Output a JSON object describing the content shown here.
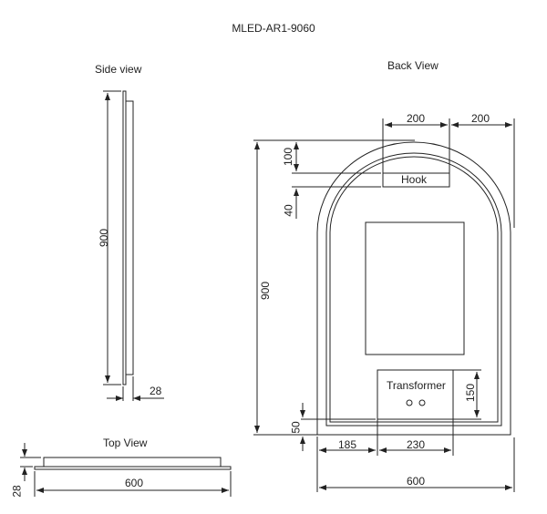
{
  "title": "MLED-AR1-9060",
  "side_view": {
    "label": "Side view",
    "height_dim": "900",
    "depth_dim": "28"
  },
  "top_view": {
    "label": "Top View",
    "width_dim": "600",
    "depth_dim": "28"
  },
  "back_view": {
    "label": "Back View",
    "hook_label": "Hook",
    "transformer_label": "Transformer",
    "dims": {
      "hook_width": "200",
      "hook_to_edge": "200",
      "top_to_hook": "100",
      "hook_height": "40",
      "total_height": "900",
      "transformer_height": "150",
      "bottom_offset": "50",
      "left_to_transformer": "185",
      "transformer_width": "230",
      "total_width": "600"
    }
  },
  "colors": {
    "line": "#222222",
    "background": "#ffffff"
  }
}
